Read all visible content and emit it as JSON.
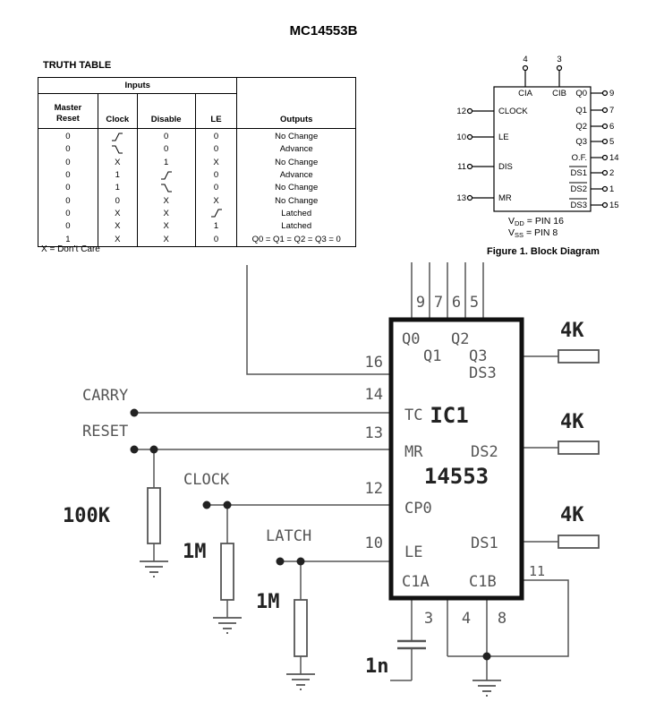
{
  "title": "MC14553B",
  "truth_table": {
    "title": "TRUTH TABLE",
    "group_header": "Inputs",
    "columns": [
      "Master\nReset",
      "Clock",
      "Disable",
      "LE",
      "Outputs"
    ],
    "rows": [
      [
        "0",
        "rise",
        "0",
        "0",
        "No Change"
      ],
      [
        "0",
        "fall",
        "0",
        "0",
        "Advance"
      ],
      [
        "0",
        "X",
        "1",
        "X",
        "No Change"
      ],
      [
        "0",
        "1",
        "rise",
        "0",
        "Advance"
      ],
      [
        "0",
        "1",
        "fall",
        "0",
        "No Change"
      ],
      [
        "0",
        "0",
        "X",
        "X",
        "No Change"
      ],
      [
        "0",
        "X",
        "X",
        "rise",
        "Latched"
      ],
      [
        "0",
        "X",
        "X",
        "1",
        "Latched"
      ],
      [
        "1",
        "X",
        "X",
        "0",
        "Q0 = Q1 = Q2 = Q3 = 0"
      ]
    ],
    "footnote": "X = Don’t Care"
  },
  "block_diagram": {
    "caption": "Figure 1. Block Diagram",
    "top_pins": [
      {
        "num": "4",
        "label": "CIA"
      },
      {
        "num": "3",
        "label": "CIB"
      }
    ],
    "left_pins": [
      {
        "num": "12",
        "label": "CLOCK"
      },
      {
        "num": "10",
        "label": "LE"
      },
      {
        "num": "11",
        "label": "DIS"
      },
      {
        "num": "13",
        "label": "MR"
      }
    ],
    "right_pins": [
      {
        "label": "Q0",
        "num": "9"
      },
      {
        "label": "Q1",
        "num": "7"
      },
      {
        "label": "Q2",
        "num": "6"
      },
      {
        "label": "Q3",
        "num": "5"
      },
      {
        "label": "O.F.",
        "num": "14"
      },
      {
        "label": "DS1",
        "num": "2"
      },
      {
        "label": "DS2",
        "num": "1"
      },
      {
        "label": "DS3",
        "num": "15"
      }
    ],
    "vdd_label": "V",
    "vdd_sub": "DD",
    "vdd_rest": " = PIN 16",
    "vss_label": "V",
    "vss_sub": "SS",
    "vss_rest": " = PIN 8"
  },
  "schematic": {
    "ic_name": "IC1",
    "ic_part": "14553",
    "top_pins": [
      "9",
      "7",
      "6",
      "5"
    ],
    "inner_labels": {
      "q0": "Q0",
      "q2": "Q2",
      "q1": "Q1",
      "q3": "Q3",
      "ds3": "DS3",
      "tc": "TC",
      "mr": "MR",
      "ds2": "DS2",
      "cp0": "CP0",
      "le": "LE",
      "ds1": "DS1",
      "c1a": "C1A",
      "c1b": "C1B"
    },
    "left_pin_numbers": [
      "16",
      "14",
      "13",
      "12",
      "10"
    ],
    "bottom_pin_numbers": [
      "3",
      "4",
      "8"
    ],
    "right_pin_number": "11",
    "signals": {
      "carry": "CARRY",
      "reset": "RESET",
      "clock": "CLOCK",
      "latch": "LATCH"
    },
    "components": {
      "r_reset": "100K",
      "r_clock": "1M",
      "r_latch": "1M",
      "cap": "1n",
      "r_out1": "4K",
      "r_out2": "4K",
      "r_out3": "4K"
    }
  }
}
